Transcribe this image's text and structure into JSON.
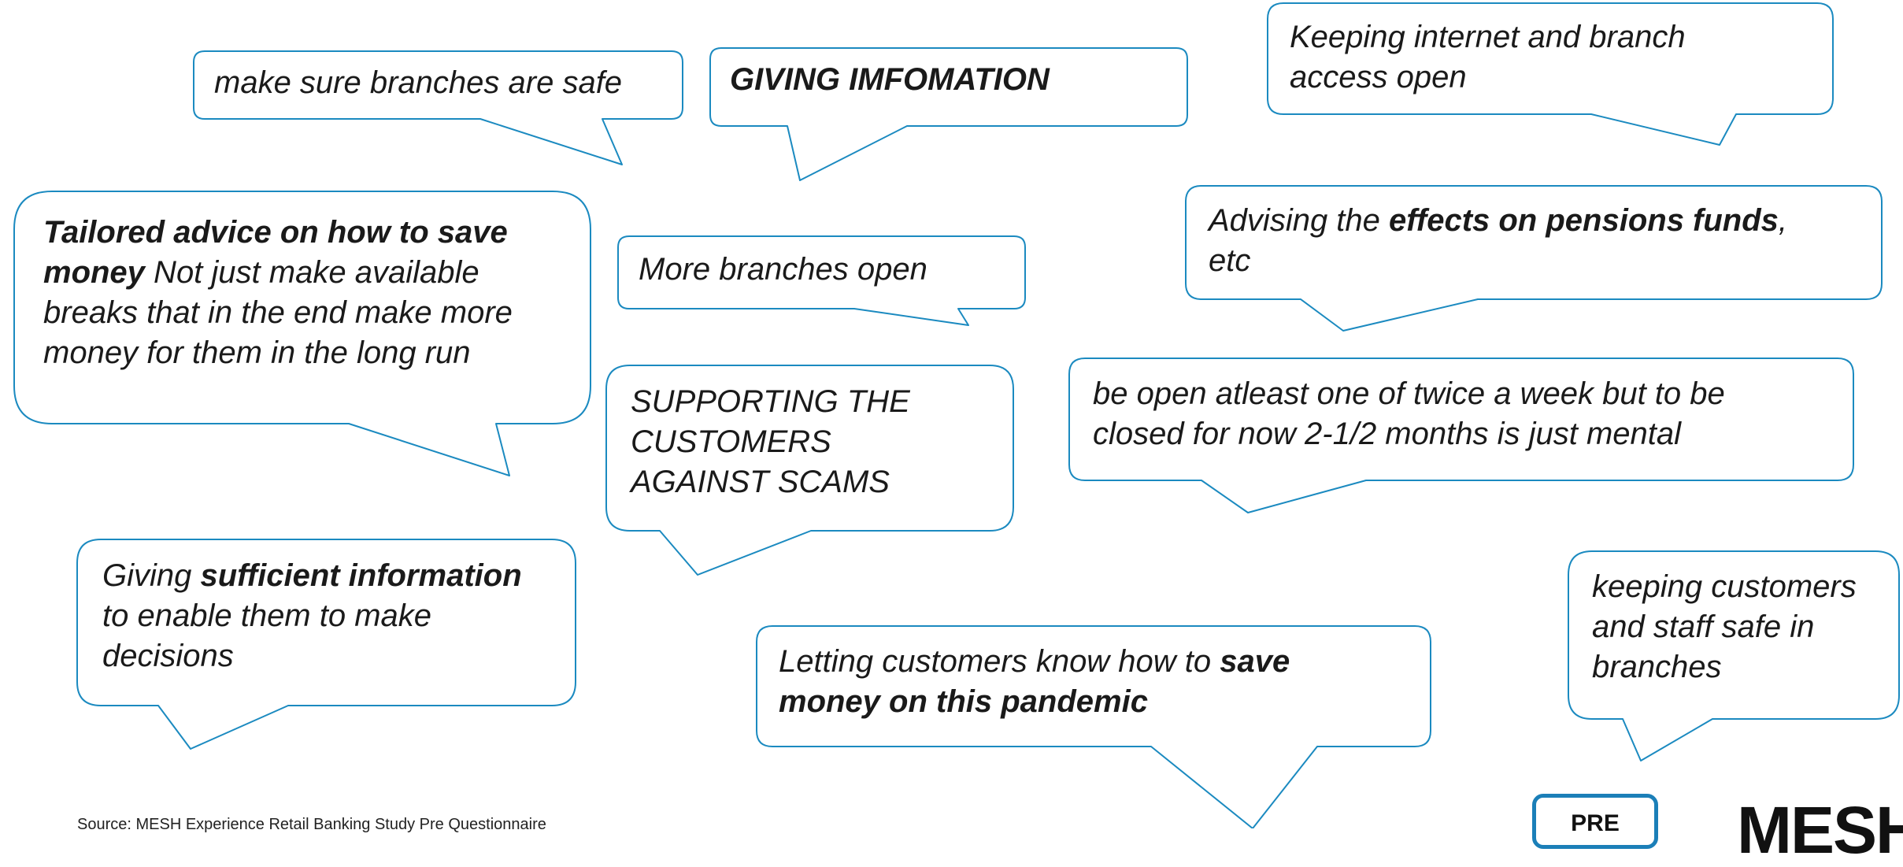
{
  "accent_color": "#1b8ac0",
  "bubbles": [
    {
      "id": "safe-branches",
      "parts": [
        {
          "t": "make sure branches are safe",
          "b": false
        }
      ]
    },
    {
      "id": "giving-info",
      "parts": [
        {
          "t": "GIVING IMFOMATION",
          "b": true
        }
      ]
    },
    {
      "id": "internet-branch",
      "parts": [
        {
          "t": "Keeping internet and branch\naccess open",
          "b": false
        }
      ]
    },
    {
      "id": "tailored-advice",
      "parts": [
        {
          "t": "Tailored advice on how to save\nmoney",
          "b": true
        },
        {
          "t": " Not just make available\nbreaks that in the end make more\nmoney for them in the long run",
          "b": false
        }
      ]
    },
    {
      "id": "more-branches",
      "parts": [
        {
          "t": "More branches open",
          "b": false
        }
      ]
    },
    {
      "id": "pensions",
      "parts": [
        {
          "t": "Advising the ",
          "b": false
        },
        {
          "t": "effects on pensions funds",
          "b": true
        },
        {
          "t": ",\netc",
          "b": false
        }
      ]
    },
    {
      "id": "scams",
      "parts": [
        {
          "t": "SUPPORTING THE\nCUSTOMERS\nAGAINST SCAMS",
          "b": false
        }
      ]
    },
    {
      "id": "open-twice",
      "parts": [
        {
          "t": "be open atleast one of twice a week but to be\nclosed for now 2-1/2 months is just mental",
          "b": false
        }
      ]
    },
    {
      "id": "sufficient-info",
      "parts": [
        {
          "t": "Giving ",
          "b": false
        },
        {
          "t": "sufficient information",
          "b": true
        },
        {
          "t": "\nto enable them to make\ndecisions",
          "b": false
        }
      ]
    },
    {
      "id": "save-money",
      "parts": [
        {
          "t": "Letting customers know how to ",
          "b": false
        },
        {
          "t": "save\nmoney on this pandemic",
          "b": true
        }
      ]
    },
    {
      "id": "staff-safe",
      "parts": [
        {
          "t": "keeping customers\nand staff safe in\nbranches",
          "b": false
        }
      ]
    }
  ],
  "footer": {
    "source": "Source: MESH Experience Retail Banking Study Pre Questionnaire",
    "badge": "PRE",
    "logo": "MESH"
  }
}
